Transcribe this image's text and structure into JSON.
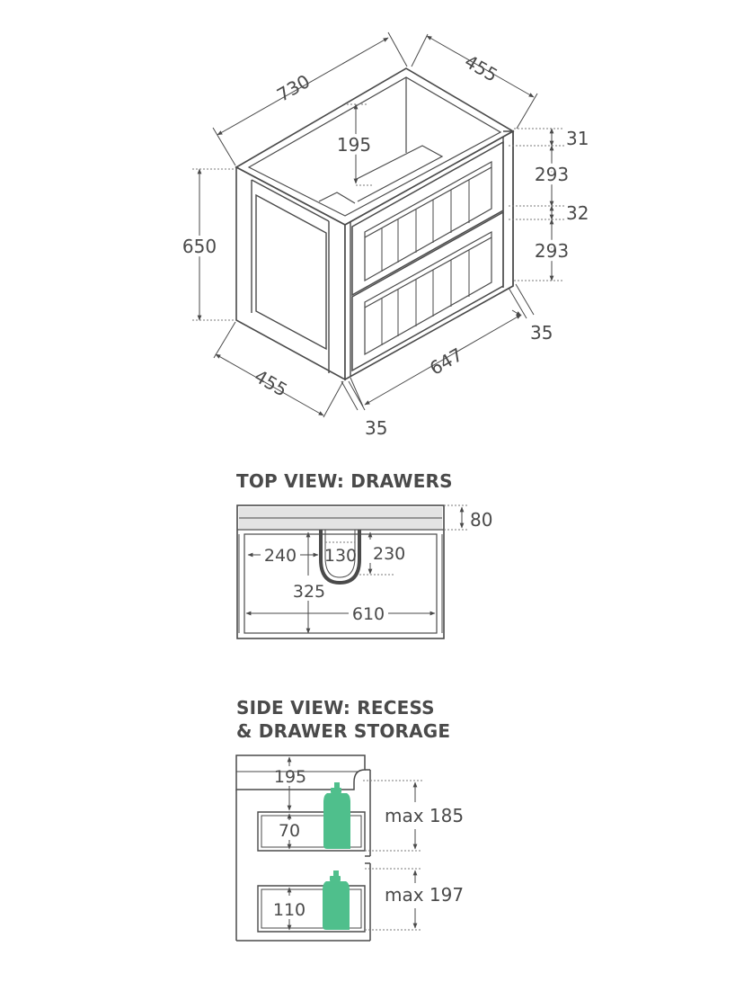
{
  "iso_view": {
    "width": "730",
    "depth_top": "455",
    "height": "650",
    "recess_depth": "195",
    "top_rail": "31",
    "drawer_front_upper": "293",
    "mid_rail": "32",
    "drawer_front_lower": "293",
    "side_thickness_right": "35",
    "inner_width": "647",
    "depth_bottom": "455",
    "side_thickness_left": "35"
  },
  "top_view": {
    "heading": "TOP VIEW: DRAWERS",
    "back_depth": "80",
    "left_offset": "240",
    "cutout_width": "130",
    "cutout_depth": "230",
    "drawer_depth": "325",
    "drawer_width": "610"
  },
  "side_view": {
    "heading_line1": "SIDE VIEW: RECESS",
    "heading_line2": "& DRAWER STORAGE",
    "recess_depth": "195",
    "upper_drawer_depth": "70",
    "upper_max": "max 185",
    "lower_drawer_depth": "110",
    "lower_max": "max 197",
    "bottle_color": "#4fbf8c",
    "line_color": "#4a4a4a"
  }
}
